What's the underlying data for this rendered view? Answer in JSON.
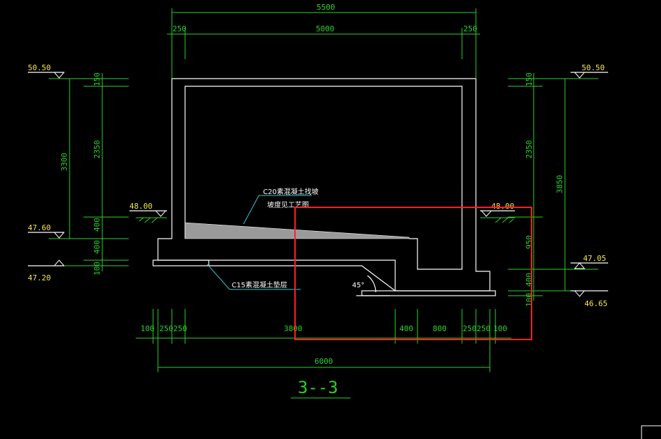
{
  "dimensions": {
    "top_total": "5500",
    "top_left": "250",
    "top_mid": "5000",
    "top_right": "250",
    "left_150": "150",
    "left_2350": "2350",
    "left_3300": "3300",
    "left_400a": "400",
    "left_400b": "400",
    "left_100": "100",
    "right_150": "150",
    "right_2350": "2350",
    "right_3850": "3850",
    "right_950": "950",
    "right_400": "400",
    "right_100": "100",
    "bot_100": "100",
    "bot_250a": "250",
    "bot_250b": "250",
    "bot_3800": "3800",
    "bot_400": "400",
    "bot_800": "800",
    "bot_250c": "250",
    "bot_250d": "250",
    "bot_100b": "100",
    "bot_total": "6000"
  },
  "levels": {
    "left_top": "50.50",
    "left_ground": "48.00",
    "left_mid": "47.60",
    "left_bottom": "47.20",
    "right_top": "50.50",
    "right_ground": "48.00",
    "right_mid": "47.05",
    "right_bottom": "46.65"
  },
  "notes": {
    "c20_line1": "C20素混凝土找坡",
    "c20_line2": "坡度见工艺图",
    "c15": "C15素混凝土垫层",
    "angle": "45°"
  },
  "section_title": "3--3",
  "colors": {
    "background": "#000000",
    "dimension": "#2bd42b",
    "level": "#f4e842",
    "outline": "#ffffff",
    "leader": "#33cccc",
    "highlight": "#ff2020"
  }
}
